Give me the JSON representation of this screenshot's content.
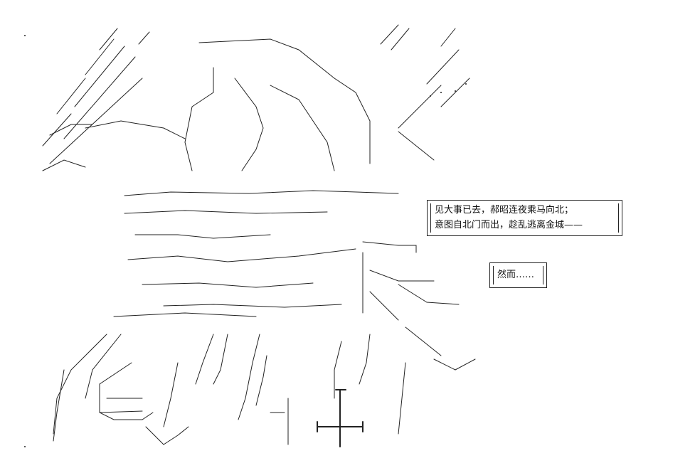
{
  "caption_main": {
    "line1": "见大事已去，郝昭连夜乘马向北；",
    "line2": "意图自北门而出，趁乱逃离金城——"
  },
  "caption_small": {
    "text": "然而……"
  },
  "colors": {
    "ink": "#222222",
    "paper": "#ffffff"
  }
}
